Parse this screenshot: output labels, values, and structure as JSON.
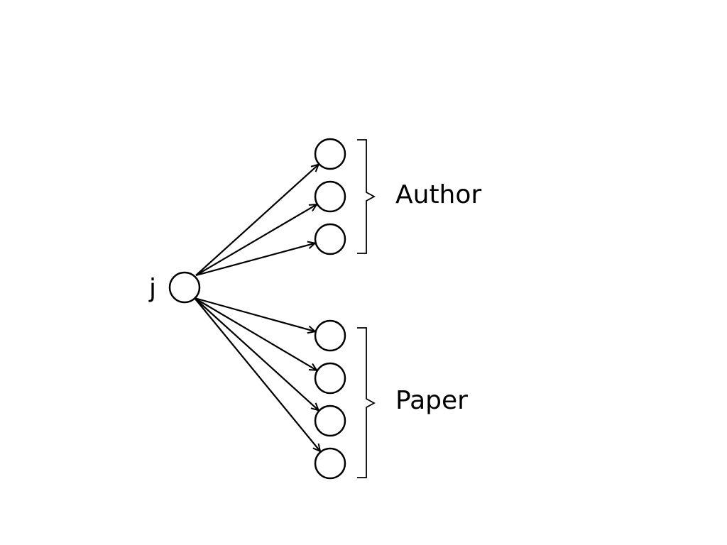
{
  "diagram": {
    "source": {
      "label": "j"
    },
    "groups": [
      {
        "label": "Author",
        "count": 3
      },
      {
        "label": "Paper",
        "count": 4
      }
    ],
    "colors": {
      "stroke": "#000000",
      "background": "#ffffff"
    }
  }
}
